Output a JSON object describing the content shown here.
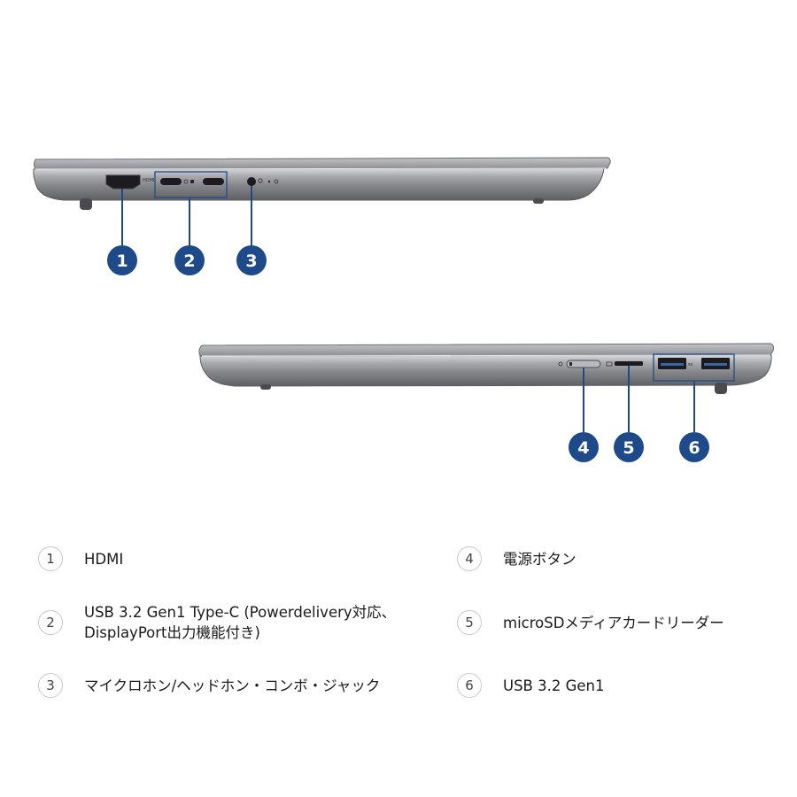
{
  "colors": {
    "badge": "#1f4a8a",
    "callout_line": "#1f4a8a",
    "laptop_body": "#7c7d80",
    "background": "#ffffff"
  },
  "callouts": [
    {
      "number": "1",
      "target": "hdmi-port"
    },
    {
      "number": "2",
      "target": "usb-c-ports"
    },
    {
      "number": "3",
      "target": "audio-jack"
    },
    {
      "number": "4",
      "target": "power-button"
    },
    {
      "number": "5",
      "target": "microsd-slot"
    },
    {
      "number": "6",
      "target": "usb-a-ports"
    }
  ],
  "port_markings": {
    "hdmi": "HDMI"
  },
  "legend": [
    {
      "number": "1",
      "lines": [
        "HDMI"
      ]
    },
    {
      "number": "2",
      "lines": [
        "USB 3.2 Gen1 Type-C (Powerdelivery対応、",
        "DisplayPort出力機能付き)"
      ]
    },
    {
      "number": "3",
      "lines": [
        "マイクロホン/ヘッドホン・コンボ・ジャック"
      ]
    },
    {
      "number": "4",
      "lines": [
        "電源ボタン"
      ]
    },
    {
      "number": "5",
      "lines": [
        "microSDメディアカードリーダー"
      ]
    },
    {
      "number": "6",
      "lines": [
        "USB 3.2 Gen1"
      ]
    }
  ]
}
